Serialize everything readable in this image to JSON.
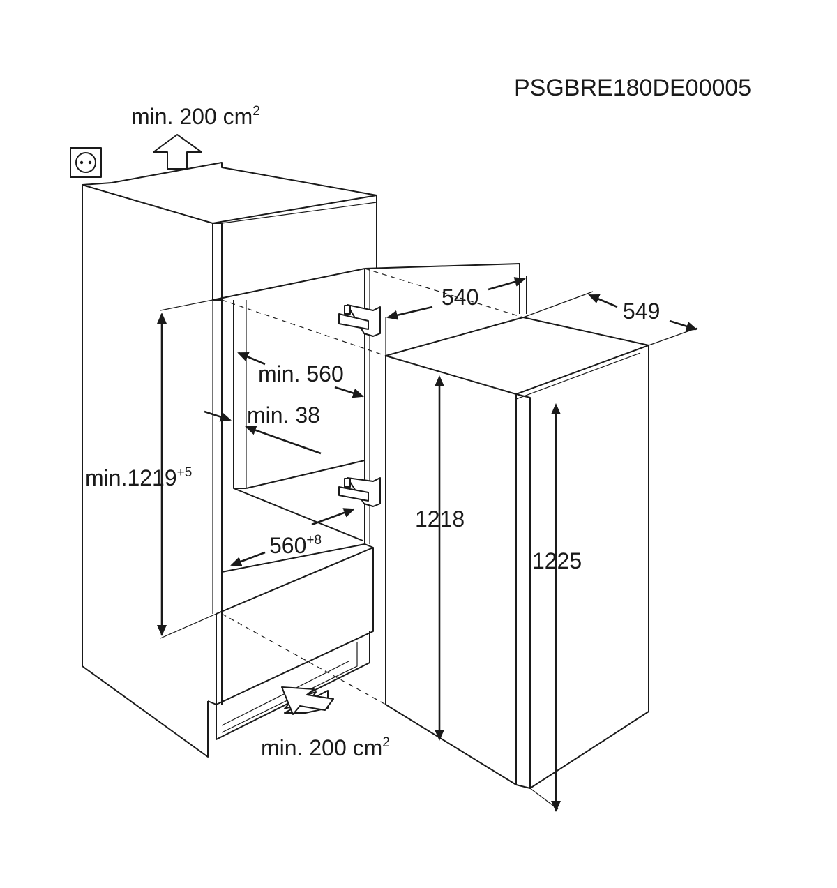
{
  "document_code": "PSGBRE180DE00005",
  "labels": {
    "top_vent": "min. 200 cm",
    "top_vent_sup": "2",
    "bottom_vent": "min. 200 cm",
    "bottom_vent_sup": "2",
    "depth_540": "540",
    "depth_549": "549",
    "min_560": "min. 560",
    "min_38": "min. 38",
    "niche_height": "min.1219",
    "niche_height_sup": "+5",
    "appliance_height": "1218",
    "door_height": "1225",
    "niche_width": "560",
    "niche_width_sup": "+8"
  },
  "icons": [
    "power-socket-icon",
    "airflow-arrow-up-icon",
    "airflow-arrow-in-icon"
  ]
}
